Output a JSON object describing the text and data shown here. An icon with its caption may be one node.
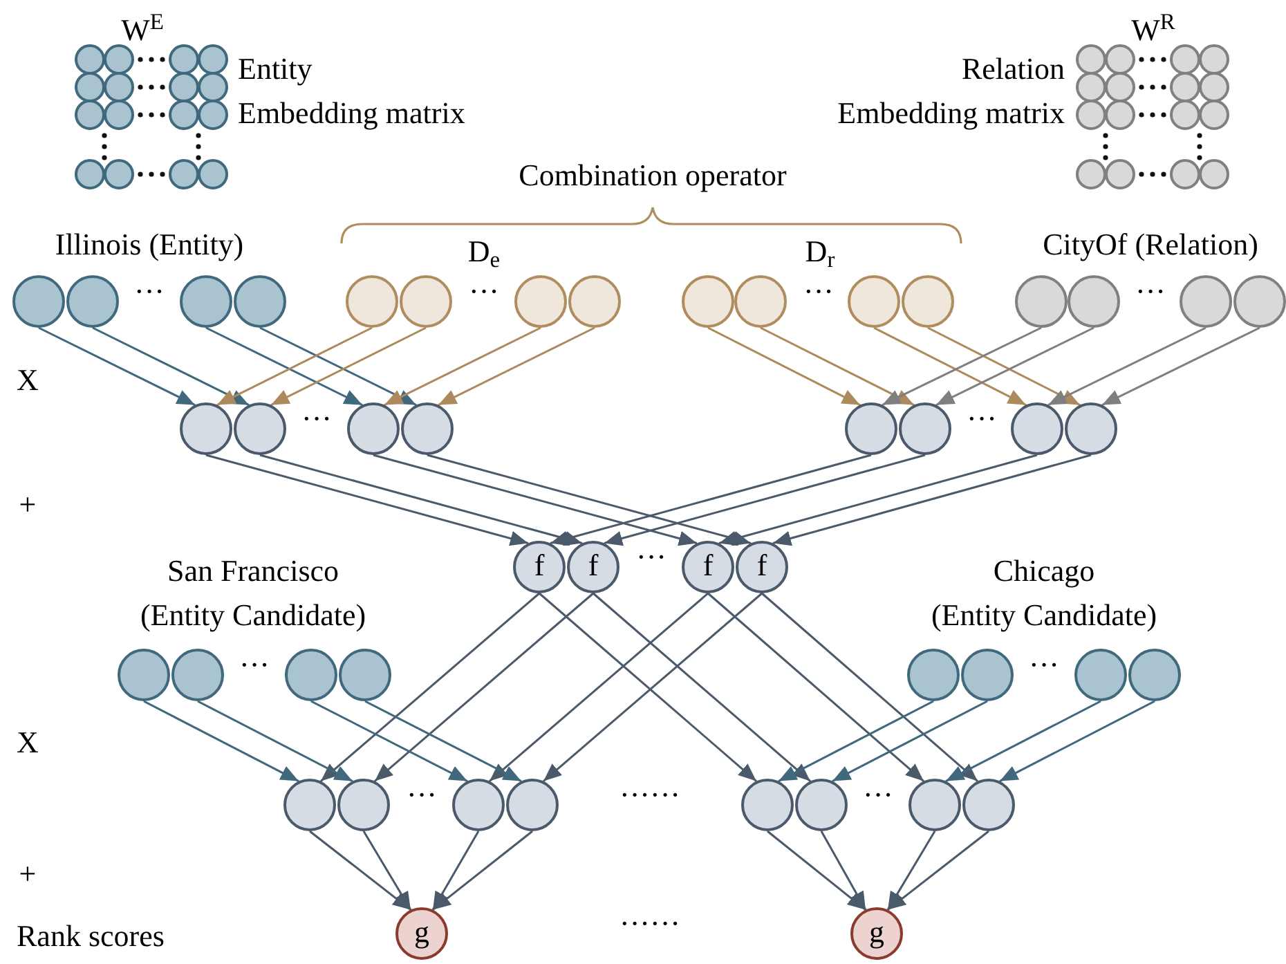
{
  "diagram": {
    "nodes": [
      {
        "text": [],
        "shape": "circle"
      },
      {
        "text": [],
        "shape": "circle"
      },
      {
        "text": [],
        "shape": "circle"
      },
      {
        "text": [],
        "shape": "circle"
      },
      {
        "text": [],
        "shape": "circle"
      },
      {
        "text": [],
        "shape": "circle"
      },
      {
        "text": [],
        "shape": "circle"
      },
      {
        "text": [],
        "shape": "circle"
      },
      {
        "text": [],
        "shape": "circle"
      },
      {
        "text": [],
        "shape": "circle"
      },
      {
        "text": [],
        "shape": "circle"
      },
      {
        "text": [],
        "shape": "circle"
      },
      {
        "text": [],
        "shape": "circle"
      },
      {
        "text": [],
        "shape": "circle"
      },
      {
        "text": [],
        "shape": "circle"
      },
      {
        "text": [],
        "shape": "circle"
      },
      {
        "text": [],
        "shape": "circle"
      },
      {
        "text": [],
        "shape": "circle"
      },
      {
        "text": [],
        "shape": "circle"
      },
      {
        "text": [],
        "shape": "circle"
      },
      {
        "text": [],
        "shape": "circle"
      },
      {
        "text": [],
        "shape": "circle"
      },
      {
        "text": [],
        "shape": "circle"
      },
      {
        "text": [],
        "shape": "circle"
      },
      {
        "text": [
          "f"
        ]
      },
      {
        "text": [
          "f"
        ]
      },
      {
        "text": [
          "f"
        ]
      },
      {
        "text": [
          "f"
        ]
      },
      {
        "text": [],
        "shape": "circle"
      },
      {
        "text": [],
        "shape": "circle"
      },
      {
        "text": [],
        "shape": "circle"
      },
      {
        "text": [],
        "shape": "circle"
      },
      {
        "text": [],
        "shape": "circle"
      },
      {
        "text": [],
        "shape": "circle"
      },
      {
        "text": [],
        "shape": "circle"
      },
      {
        "text": [],
        "shape": "circle"
      },
      {
        "text": [],
        "shape": "circle"
      },
      {
        "text": [],
        "shape": "circle"
      },
      {
        "text": [],
        "shape": "circle"
      },
      {
        "text": [],
        "shape": "circle"
      },
      {
        "text": [],
        "shape": "circle"
      },
      {
        "text": [],
        "shape": "circle"
      },
      {
        "text": [],
        "shape": "circle"
      },
      {
        "text": [],
        "shape": "circle"
      },
      {
        "text": [
          "g"
        ]
      },
      {
        "text": [
          "g"
        ]
      }
    ],
    "edges": [
      {
        "from": 0,
        "to": 16,
        "arrow": "to",
        "color": "#41697e"
      },
      {
        "from": 1,
        "to": 17,
        "arrow": "to",
        "color": "#41697e"
      },
      {
        "from": 2,
        "to": 18,
        "arrow": "to",
        "color": "#41697e"
      },
      {
        "from": 3,
        "to": 19,
        "arrow": "to",
        "color": "#41697e"
      },
      {
        "from": 4,
        "to": 16,
        "arrow": "to",
        "color": "#ad8a5e"
      },
      {
        "from": 5,
        "to": 17,
        "arrow": "to",
        "color": "#ad8a5e"
      },
      {
        "from": 6,
        "to": 18,
        "arrow": "to",
        "color": "#ad8a5e"
      },
      {
        "from": 7,
        "to": 19,
        "arrow": "to",
        "color": "#ad8a5e"
      },
      {
        "from": 8,
        "to": 20,
        "arrow": "to",
        "color": "#ad8a5e"
      },
      {
        "from": 9,
        "to": 21,
        "arrow": "to",
        "color": "#ad8a5e"
      },
      {
        "from": 10,
        "to": 22,
        "arrow": "to",
        "color": "#ad8a5e"
      },
      {
        "from": 11,
        "to": 23,
        "arrow": "to",
        "color": "#ad8a5e"
      },
      {
        "from": 12,
        "to": 20,
        "arrow": "to",
        "color": "#7f7f7f"
      },
      {
        "from": 13,
        "to": 21,
        "arrow": "to",
        "color": "#7f7f7f"
      },
      {
        "from": 14,
        "to": 22,
        "arrow": "to",
        "color": "#7f7f7f"
      },
      {
        "from": 15,
        "to": 23,
        "arrow": "to",
        "color": "#7f7f7f"
      },
      {
        "from": 16,
        "to": 24,
        "arrow": "to"
      },
      {
        "from": 17,
        "to": 25,
        "arrow": "to"
      },
      {
        "from": 18,
        "to": 26,
        "arrow": "to"
      },
      {
        "from": 19,
        "to": 27,
        "arrow": "to"
      },
      {
        "from": 20,
        "to": 24,
        "arrow": "to"
      },
      {
        "from": 21,
        "to": 25,
        "arrow": "to"
      },
      {
        "from": 22,
        "to": 26,
        "arrow": "to"
      },
      {
        "from": 23,
        "to": 27,
        "arrow": "to"
      },
      {
        "from": 24,
        "to": 36,
        "arrow": "to"
      },
      {
        "from": 25,
        "to": 37,
        "arrow": "to"
      },
      {
        "from": 26,
        "to": 38,
        "arrow": "to"
      },
      {
        "from": 27,
        "to": 39,
        "arrow": "to"
      },
      {
        "from": 24,
        "to": 40,
        "arrow": "to"
      },
      {
        "from": 25,
        "to": 41,
        "arrow": "to"
      },
      {
        "from": 26,
        "to": 42,
        "arrow": "to"
      },
      {
        "from": 27,
        "to": 43,
        "arrow": "to"
      },
      {
        "from": 28,
        "to": 36,
        "arrow": "to",
        "color": "#41697e"
      },
      {
        "from": 29,
        "to": 37,
        "arrow": "to",
        "color": "#41697e"
      },
      {
        "from": 30,
        "to": 38,
        "arrow": "to",
        "color": "#41697e"
      },
      {
        "from": 31,
        "to": 39,
        "arrow": "to",
        "color": "#41697e"
      },
      {
        "from": 32,
        "to": 40,
        "arrow": "to",
        "color": "#41697e"
      },
      {
        "from": 33,
        "to": 41,
        "arrow": "to",
        "color": "#41697e"
      },
      {
        "from": 34,
        "to": 42,
        "arrow": "to",
        "color": "#41697e"
      },
      {
        "from": 35,
        "to": 43,
        "arrow": "to",
        "color": "#41697e"
      },
      {
        "from": 36,
        "to": 44,
        "arrow": "to"
      },
      {
        "from": 37,
        "to": 44,
        "arrow": "to"
      },
      {
        "from": 38,
        "to": 44,
        "arrow": "to"
      },
      {
        "from": 39,
        "to": 44,
        "arrow": "to"
      },
      {
        "from": 40,
        "to": 45,
        "arrow": "to"
      },
      {
        "from": 41,
        "to": 45,
        "arrow": "to"
      },
      {
        "from": 42,
        "to": 45,
        "arrow": "to"
      },
      {
        "from": 43,
        "to": 45,
        "arrow": "to"
      }
    ],
    "labels": [
      "W$^{E}$",
      "W$^{R}$",
      "Entity Embedding matrix",
      "Relation Embedding matrix",
      "Combination operator",
      "Illinois (Entity)",
      "D$_{e}$",
      "D$_{r}$",
      "CityOf (Relation)",
      "···",
      "···",
      "···",
      "···",
      "X",
      "···",
      "···",
      "+",
      "···",
      "San Francisco (Entity Candidate)",
      "Chicago (Entity Candidate)",
      "···",
      "···",
      "X",
      "···",
      "······",
      "···",
      "+",
      "Rank scores",
      "······"
    ]
  }
}
